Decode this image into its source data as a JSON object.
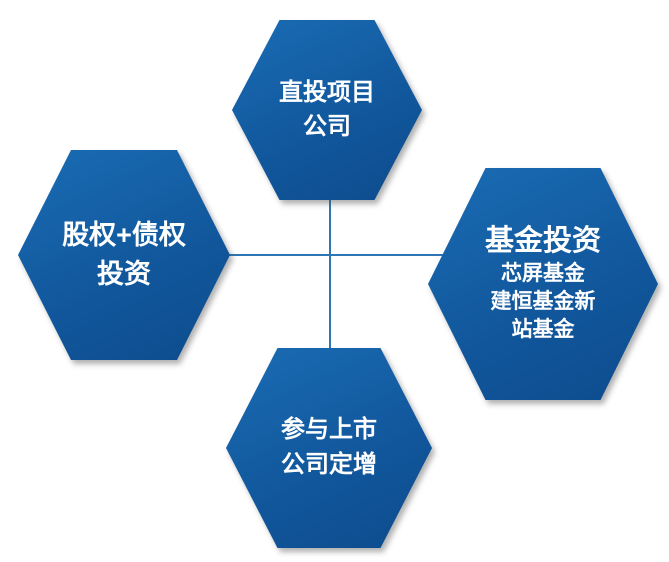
{
  "nodes": {
    "top": {
      "lines": [
        "直投项目",
        "公司"
      ]
    },
    "left": {
      "lines": [
        "股权+债权",
        "投资"
      ]
    },
    "right": {
      "title": "基金投资",
      "lines": [
        "芯屏基金",
        "建恒基金新",
        "站基金"
      ]
    },
    "bottom": {
      "lines": [
        "参与上市",
        "公司定增"
      ]
    }
  },
  "colors": {
    "hexagon_gradient_start": "#1a6cb4",
    "hexagon_gradient_end": "#0d4c8d",
    "connector_line": "#2e75b6",
    "text": "#ffffff",
    "background": "#ffffff"
  }
}
